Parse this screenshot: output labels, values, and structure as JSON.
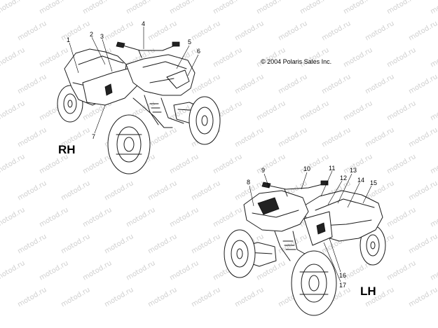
{
  "copyright": "© 2004 Polaris Sales Inc.",
  "watermark": "motod.ru",
  "views": {
    "rh": {
      "label": "RH"
    },
    "lh": {
      "label": "LH"
    }
  },
  "callouts_rh": [
    "1",
    "2",
    "3",
    "4",
    "5",
    "6",
    "7"
  ],
  "callouts_lh": [
    "8",
    "9",
    "10",
    "11",
    "12",
    "13",
    "14",
    "15",
    "16",
    "17"
  ]
}
